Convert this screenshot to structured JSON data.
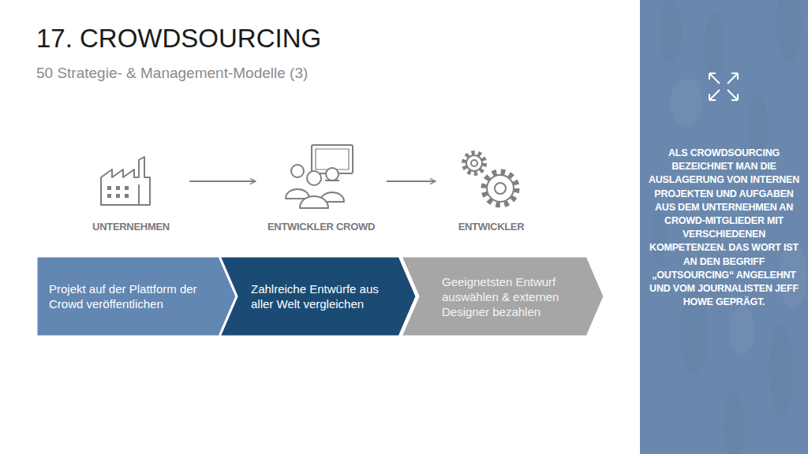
{
  "diagram": {
    "title": "17. CROWDSOURCING",
    "nodes": [
      {
        "text": [
          "UNTERNEHMEN"
        ]
      },
      {
        "text": [
          "ENTWICKLER CROWD"
        ]
      },
      {
        "text": [
          "ENTWICKLER"
        ]
      },
      {
        "text": [
          "Projekt auf der Plattform der Crowd veröffentlichen"
        ]
      },
      {
        "text": [
          "Zahlreiche Entwürfe aus aller Welt vergleichen"
        ]
      },
      {
        "text": [
          "Geeignetsten Entwurf auswählen & externen Designer bezahlen"
        ]
      },
      {
        "text": [
          "ALS CROWDSOURCING BEZEICHNET MAN DIE AUSLAGERUNG VON INTERNEN PROJEKTEN UND AUFGABEN AUS DEM UNTERNEHMEN AN CROWD-MITGLIEDER MIT VERSCHIEDENEN KOMPETENZEN. DAS WORT IST AN DEN BEGRIFF „OUTSOURCING“ ANGELEHNT UND VOM JOURNALISTEN JEFF HOWE GEPRÄGT."
        ]
      }
    ],
    "edges": [
      {
        "from": 0,
        "to": 1,
        "arrow": "to"
      },
      {
        "from": 1,
        "to": 2,
        "arrow": "to"
      }
    ],
    "labels": [
      "50 Strategie- & Management-Modelle (3)"
    ]
  }
}
